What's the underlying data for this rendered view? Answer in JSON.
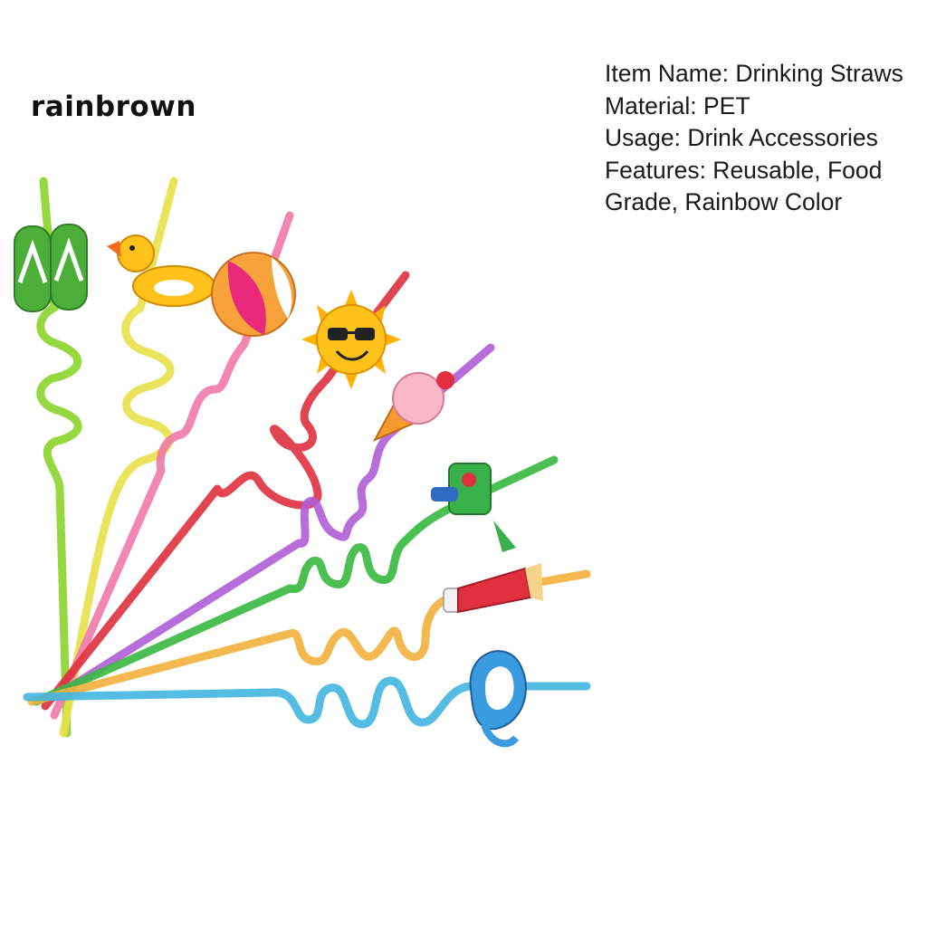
{
  "brand": {
    "logo_text": "rainbrown"
  },
  "specs": {
    "lines": [
      "Item Name: Drinking Straws",
      "Material: PET",
      "Usage: Drink Accessories",
      "Features: Reusable, Food Grade, Rainbow Color"
    ]
  },
  "product": {
    "straws": [
      {
        "color": "#8BD42A",
        "topper": "flip-flops-icon"
      },
      {
        "color": "#E8E14A",
        "topper": "duck-float-icon"
      },
      {
        "color": "#F07AA8",
        "topper": "beach-ball-icon"
      },
      {
        "color": "#E0303E",
        "topper": "sun-sunglasses-icon"
      },
      {
        "color": "#B05ED6",
        "topper": "ice-cream-cone-icon"
      },
      {
        "color": "#39B840",
        "topper": "water-gun-icon"
      },
      {
        "color": "#F2B13C",
        "topper": "popsicle-icon"
      },
      {
        "color": "#43B5E0",
        "topper": "swim-goggles-icon"
      }
    ]
  }
}
